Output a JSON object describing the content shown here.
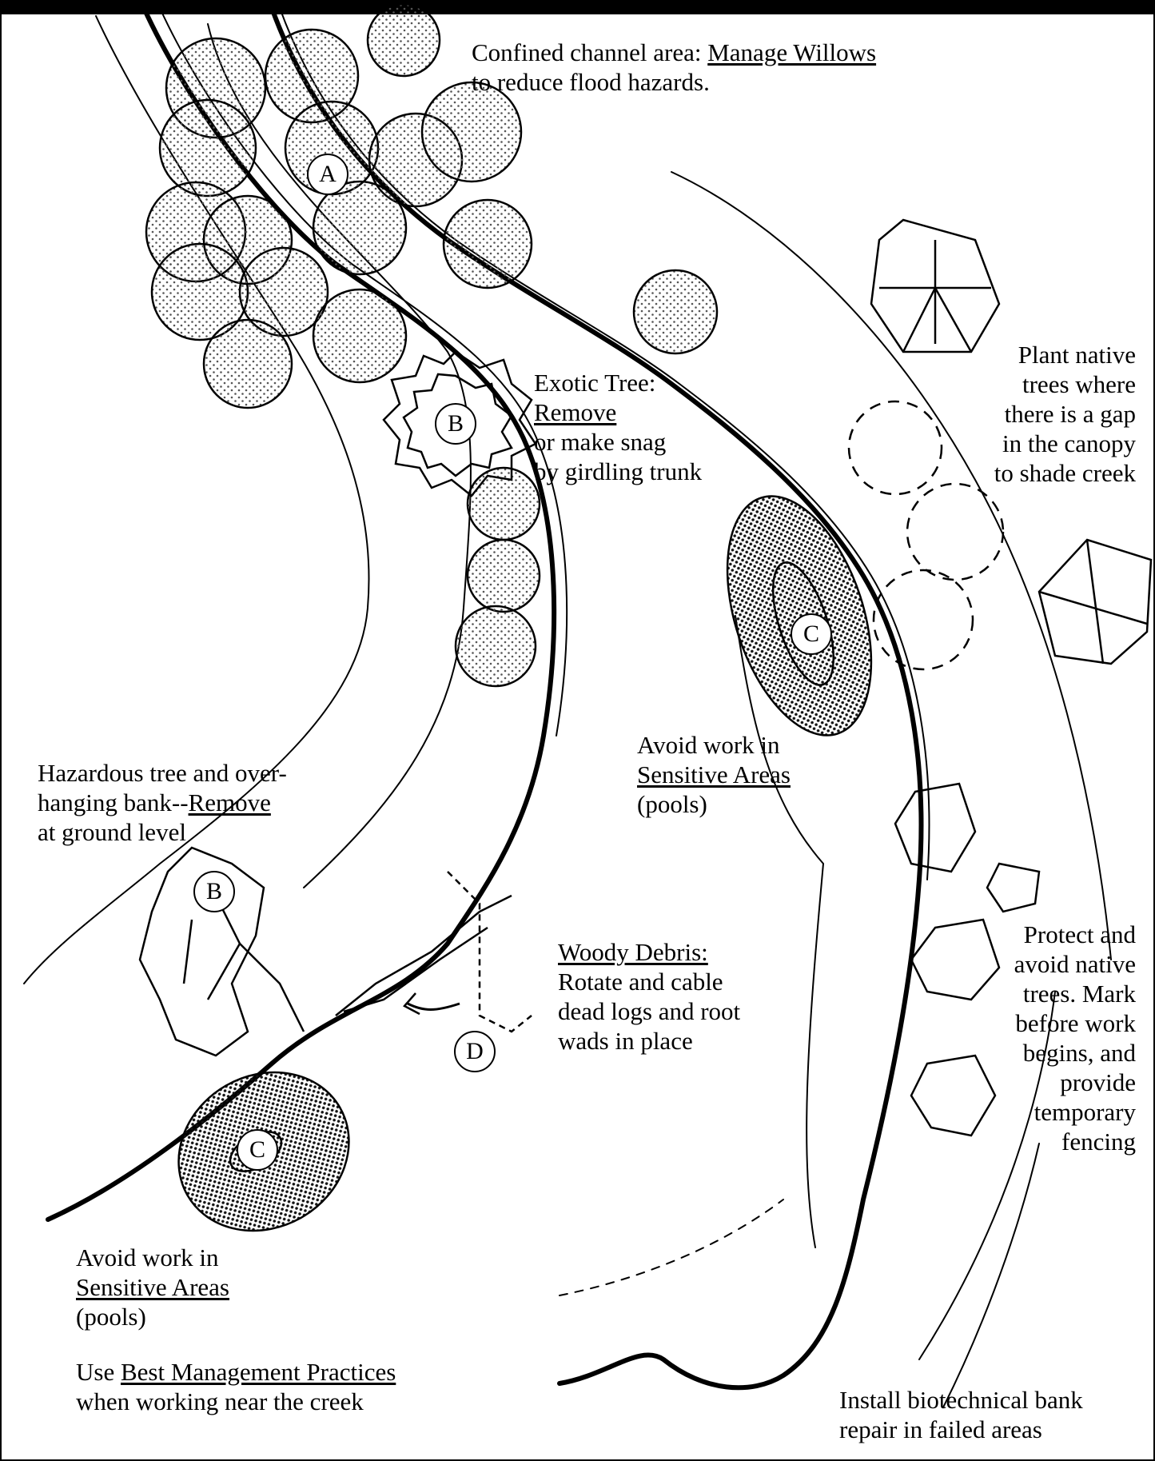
{
  "annotations": {
    "willows": {
      "line1_prefix": "Confined channel area: ",
      "line1_link": "Manage Willows",
      "line2": "to reduce flood hazards."
    },
    "exotic_tree": {
      "line1": "Exotic Tree:",
      "line2_link": "Remove",
      "line3": "or make snag",
      "line4": "by girdling trunk"
    },
    "plant_native": {
      "line1": "Plant native",
      "line2": "trees where",
      "line3": "there is a gap",
      "line4": "in the canopy",
      "line5": "to shade creek"
    },
    "sensitive_upper": {
      "line1": "Avoid work in",
      "line2_link": "Sensitive Areas",
      "line3": "(pools)"
    },
    "hazard_tree": {
      "line1": "Hazardous tree and over-",
      "line2_prefix": "hanging bank--",
      "line2_link": "Remove",
      "line3": "at ground level"
    },
    "woody_debris": {
      "line1_link": "Woody Debris:",
      "line2": "Rotate and cable",
      "line3": "dead logs and root",
      "line4": "wads in place"
    },
    "protect_native": {
      "line1": "Protect and",
      "line2": "avoid native",
      "line3": "trees. Mark",
      "line4": "before work",
      "line5": "begins, and",
      "line6": "provide",
      "line7": "temporary",
      "line8": "fencing"
    },
    "sensitive_lower": {
      "line1": "Avoid work in",
      "line2_link": "Sensitive Areas",
      "line3": "(pools)"
    },
    "bmp": {
      "line1_prefix": "Use ",
      "line1_link": "Best Management Practices",
      "line2": "when working near the creek"
    },
    "bank_repair": {
      "line1": "Install biotechnical bank",
      "line2": "repair in failed areas"
    }
  },
  "markers": {
    "a": "A",
    "b_exotic": "B",
    "b_hazard": "B",
    "c_upper": "C",
    "c_lower": "C",
    "d": "D"
  },
  "colors": {
    "ink": "#000000",
    "stipple": "#9a9a9a",
    "channel_fill": "#b8b8b8"
  }
}
